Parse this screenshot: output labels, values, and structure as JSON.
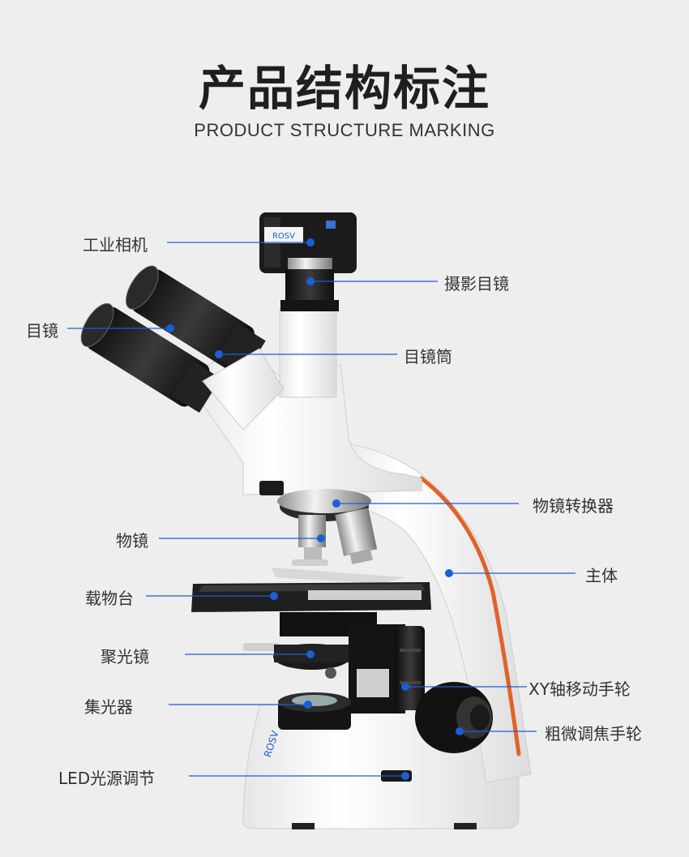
{
  "title": "产品结构标注",
  "subtitle": "PRODUCT STRUCTURE MARKING",
  "accent_color": "#1a5fd6",
  "camera_brand": "ROSV",
  "base_brand": "ROSV",
  "labels": {
    "industrial_camera": "工业相机",
    "photo_eyepiece": "摄影目镜",
    "eyepiece": "目镜",
    "eyepiece_tube": "目镜筒",
    "nosepiece": "物镜转换器",
    "objective": "物镜",
    "body": "主体",
    "stage": "载物台",
    "condenser": "聚光镜",
    "xy_knob": "XY轴移动手轮",
    "collector": "集光器",
    "focus_knob": "粗微调焦手轮",
    "led_adjust": "LED光源调节"
  }
}
